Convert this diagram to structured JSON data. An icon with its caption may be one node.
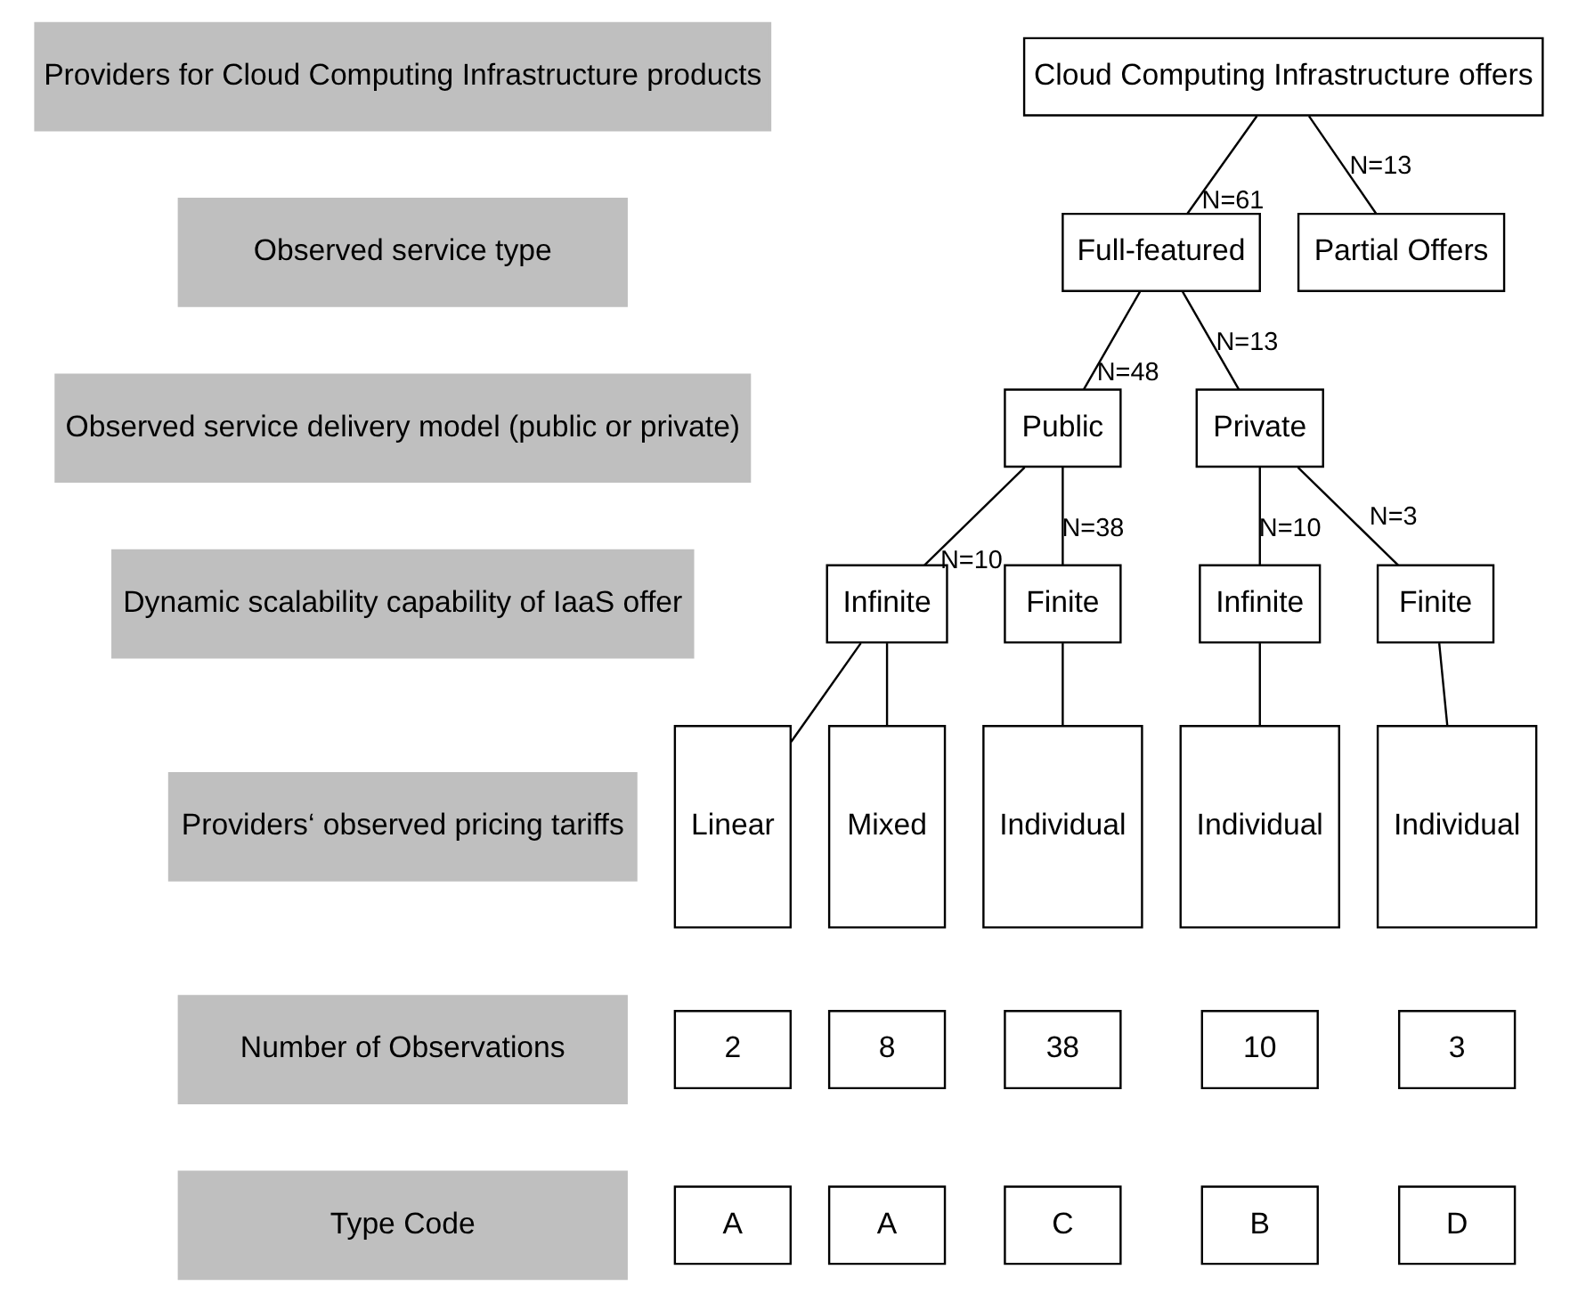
{
  "diagram": {
    "nodes": [
      {
        "text": [
          "Providers for Cloud Computing Infrastructure products"
        ]
      },
      {
        "text": [
          "Cloud Computing Infrastructure offers"
        ]
      },
      {
        "text": [
          "Observed service type"
        ]
      },
      {
        "text": [
          "Full-featured"
        ]
      },
      {
        "text": [
          "Partial Offers"
        ]
      },
      {
        "text": [
          "Observed service delivery model (public or private)"
        ]
      },
      {
        "text": [
          "Public"
        ]
      },
      {
        "text": [
          "Private"
        ]
      },
      {
        "text": [
          "Dynamic scalability capability of IaaS offer"
        ]
      },
      {
        "text": [
          "Infinite"
        ]
      },
      {
        "text": [
          "Finite"
        ]
      },
      {
        "text": [
          "Infinite"
        ]
      },
      {
        "text": [
          "Finite"
        ]
      },
      {
        "text": [
          "Providers‘ observed pricing tariffs"
        ]
      },
      {
        "text": [
          "Linear"
        ]
      },
      {
        "text": [
          "Mixed"
        ]
      },
      {
        "text": [
          "Individual"
        ]
      },
      {
        "text": [
          "Individual"
        ]
      },
      {
        "text": [
          "Individual"
        ]
      },
      {
        "text": [
          "Number of Observations"
        ]
      },
      {
        "text": [
          "2"
        ]
      },
      {
        "text": [
          "8"
        ]
      },
      {
        "text": [
          "38"
        ]
      },
      {
        "text": [
          "10"
        ]
      },
      {
        "text": [
          "3"
        ]
      },
      {
        "text": [
          "Type Code"
        ]
      },
      {
        "text": [
          "A"
        ]
      },
      {
        "text": [
          "A"
        ]
      },
      {
        "text": [
          "C"
        ]
      },
      {
        "text": [
          "B"
        ]
      },
      {
        "text": [
          "D"
        ]
      }
    ],
    "edges": [
      {
        "from": 1,
        "to": 3,
        "arrow": "none",
        "label": "N=61"
      },
      {
        "from": 1,
        "to": 4,
        "arrow": "none",
        "label": "N=13"
      },
      {
        "from": 3,
        "to": 6,
        "arrow": "none",
        "label": "N=48"
      },
      {
        "from": 3,
        "to": 7,
        "arrow": "none",
        "label": "N=13"
      },
      {
        "from": 6,
        "to": 9,
        "arrow": "none",
        "label": "N=10"
      },
      {
        "from": 6,
        "to": 10,
        "arrow": "none",
        "label": "N=38"
      },
      {
        "from": 7,
        "to": 11,
        "arrow": "none",
        "label": "N=10"
      },
      {
        "from": 7,
        "to": 12,
        "arrow": "none",
        "label": "N=3"
      },
      {
        "from": 9,
        "to": 14,
        "arrow": "none"
      },
      {
        "from": 9,
        "to": 15,
        "arrow": "none"
      },
      {
        "from": 10,
        "to": 16,
        "arrow": "none"
      },
      {
        "from": 11,
        "to": 17,
        "arrow": "none"
      },
      {
        "from": 12,
        "to": 18,
        "arrow": "none"
      }
    ]
  }
}
